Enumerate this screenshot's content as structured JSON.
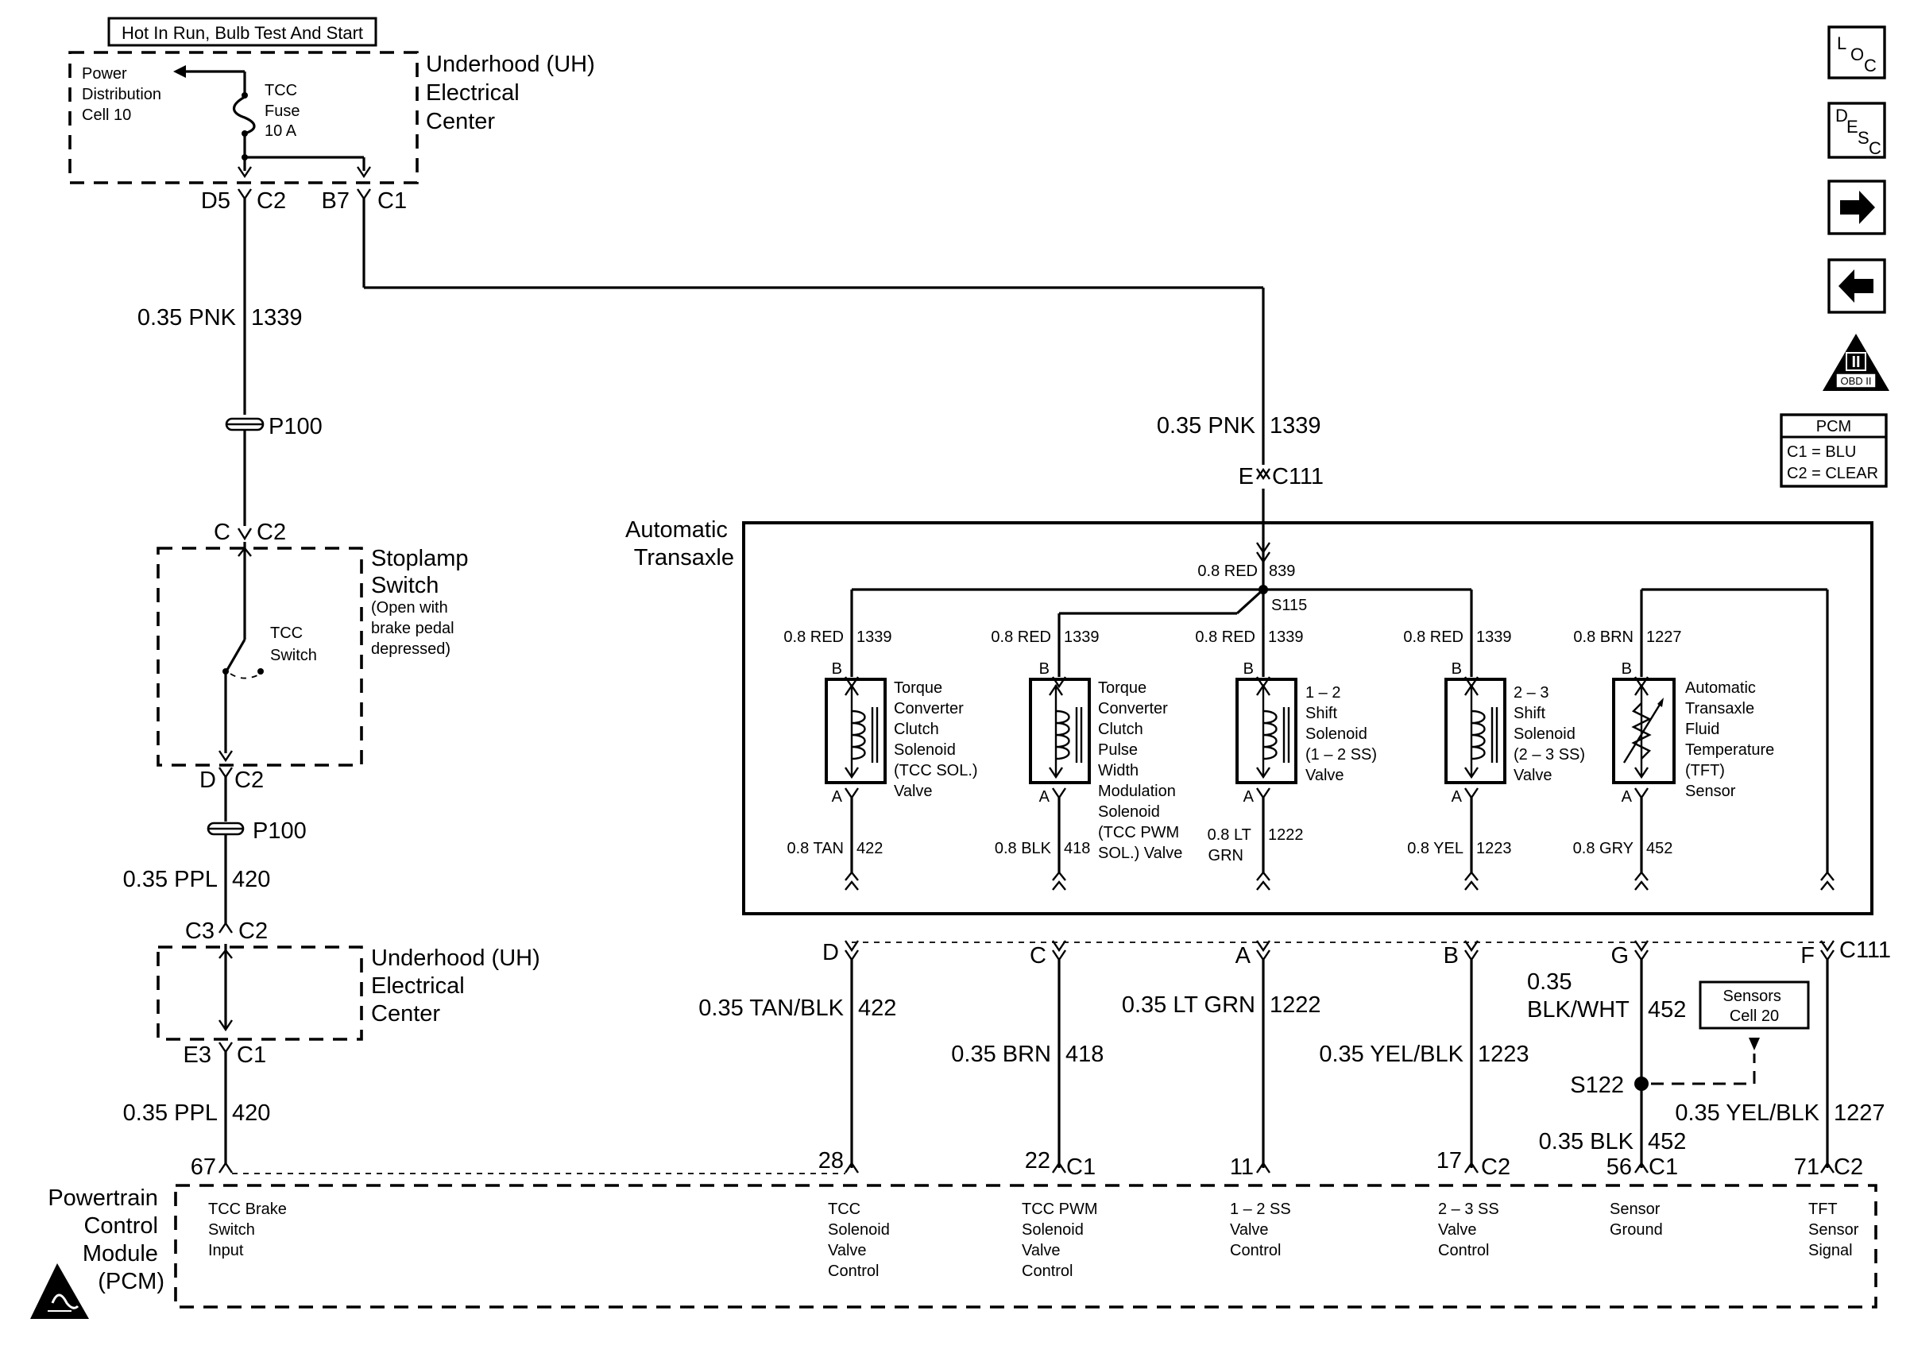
{
  "header": {
    "power_note": "Hot In Run, Bulb Test And Start"
  },
  "underhood_top": {
    "title": [
      "Underhood (UH)",
      "Electrical",
      "Center"
    ],
    "power_dist": [
      "Power",
      "Distribution",
      "Cell 10"
    ],
    "fuse": [
      "TCC",
      "Fuse",
      "10 A"
    ],
    "conn_left": [
      "D5",
      "C2"
    ],
    "conn_right": [
      "B7",
      "C1"
    ]
  },
  "stoplamp": {
    "title": [
      "Stoplamp",
      "Switch"
    ],
    "note": [
      "(Open with",
      "brake pedal",
      "depressed)"
    ],
    "switch_label": [
      "TCC",
      "Switch"
    ],
    "top_conn": [
      "C",
      "C2"
    ],
    "bottom_conn": [
      "D",
      "C2"
    ]
  },
  "underhood_bottom": {
    "title": [
      "Underhood (UH)",
      "Electrical",
      "Center"
    ],
    "top_conn": [
      "C3",
      "C2"
    ],
    "bottom_conn": [
      "E3",
      "C1"
    ]
  },
  "wires": {
    "w1339_left": {
      "gauge_color": "0.35 PNK",
      "circuit": "1339"
    },
    "p100_top": "P100",
    "p100_bottom": "P100",
    "w420_top": {
      "gauge_color": "0.35 PPL",
      "circuit": "420"
    },
    "w420_bottom": {
      "gauge_color": "0.35 PPL",
      "circuit": "420"
    },
    "w1339_right": {
      "gauge_color": "0.35 PNK",
      "circuit": "1339"
    },
    "c111_top": [
      "E",
      "C111"
    ],
    "w839": {
      "gauge_color": "0.8 RED",
      "circuit": "839"
    },
    "splice": "S115",
    "w422": {
      "gauge_color": "0.35 TAN/BLK",
      "circuit": "422"
    },
    "w418": {
      "gauge_color": "0.35 BRN",
      "circuit": "418"
    },
    "w1222": {
      "gauge_color": "0.35 LT GRN",
      "circuit": "1222"
    },
    "w1223": {
      "gauge_color": "0.35 YEL/BLK",
      "circuit": "1223"
    },
    "w452": {
      "gauge_color": [
        "0.35",
        "BLK/WHT"
      ],
      "circuit": "452"
    },
    "w452_gnd": {
      "gauge_color": "0.35 BLK",
      "circuit": "452"
    },
    "w1227": {
      "gauge_color": "0.35 YEL/BLK",
      "circuit": "1227"
    },
    "s122": "S122",
    "sensors_ref": [
      "Sensors",
      "Cell 20"
    ]
  },
  "transaxle": {
    "title": [
      "Automatic",
      "Transaxle"
    ],
    "c111_bottom": {
      "pins": [
        "D",
        "C",
        "A",
        "B",
        "G",
        "F"
      ],
      "name": "C111"
    },
    "solenoids": [
      {
        "top_wire": [
          "0.8 RED",
          "1339"
        ],
        "bottom_wire": [
          "0.8 TAN",
          "422"
        ],
        "label": [
          "Torque",
          "Converter",
          "Clutch",
          "Solenoid",
          "(TCC SOL.)",
          "Valve"
        ],
        "pin_top": "B",
        "pin_bottom": "A"
      },
      {
        "top_wire": [
          "0.8 RED",
          "1339"
        ],
        "bottom_wire": [
          "0.8 BLK",
          "418"
        ],
        "label": [
          "Torque",
          "Converter",
          "Clutch",
          "Pulse",
          "Width",
          "Modulation",
          "Solenoid",
          "(TCC PWM",
          "SOL.) Valve"
        ],
        "pin_top": "B",
        "pin_bottom": "A"
      },
      {
        "top_wire": [
          "0.8 RED",
          "1339"
        ],
        "bottom_wire": [
          "0.8 LT",
          "GRN",
          "1222"
        ],
        "label": [
          "1 – 2",
          "Shift",
          "Solenoid",
          "(1 – 2 SS)",
          "Valve"
        ],
        "pin_top": "B",
        "pin_bottom": "A"
      },
      {
        "top_wire": [
          "0.8 RED",
          "1339"
        ],
        "bottom_wire": [
          "0.8 YEL",
          "1223"
        ],
        "label": [
          "2 – 3",
          "Shift",
          "Solenoid",
          "(2 – 3 SS)",
          "Valve"
        ],
        "pin_top": "B",
        "pin_bottom": "A"
      },
      {
        "top_wire": [
          "0.8 BRN",
          "1227"
        ],
        "bottom_wire": [
          "0.8 GRY",
          "452"
        ],
        "label": [
          "Automatic",
          "Transaxle",
          "Fluid",
          "Temperature",
          "(TFT)",
          "Sensor"
        ],
        "pin_top": "B",
        "pin_bottom": "A"
      }
    ]
  },
  "pcm": {
    "title": [
      "Powertrain",
      "Control",
      "Module",
      "(PCM)"
    ],
    "pins": [
      "67",
      "28",
      "22",
      "C1",
      "11",
      "17",
      "C2",
      "56",
      "C1",
      "71",
      "C2"
    ],
    "functions": [
      [
        "TCC Brake",
        "Switch",
        "Input"
      ],
      [
        "TCC",
        "Solenoid",
        "Valve",
        "Control"
      ],
      [
        "TCC PWM",
        "Solenoid",
        "Valve",
        "Control"
      ],
      [
        "1 – 2 SS",
        "Valve",
        "Control"
      ],
      [
        "2 – 3 SS",
        "Valve",
        "Control"
      ],
      [
        "Sensor",
        "Ground"
      ],
      [
        "TFT",
        "Sensor",
        "Signal"
      ]
    ]
  },
  "legend": {
    "title": "PCM",
    "c1": "C1 = BLU",
    "c2": "C2 = CLEAR"
  },
  "nav": {
    "loc": [
      "L",
      "O",
      "C"
    ],
    "desc": [
      "D",
      "E",
      "S",
      "C"
    ],
    "next_icon": "arrow-right-icon",
    "prev_icon": "arrow-left-icon",
    "obd": [
      "II",
      "OBD II"
    ]
  }
}
